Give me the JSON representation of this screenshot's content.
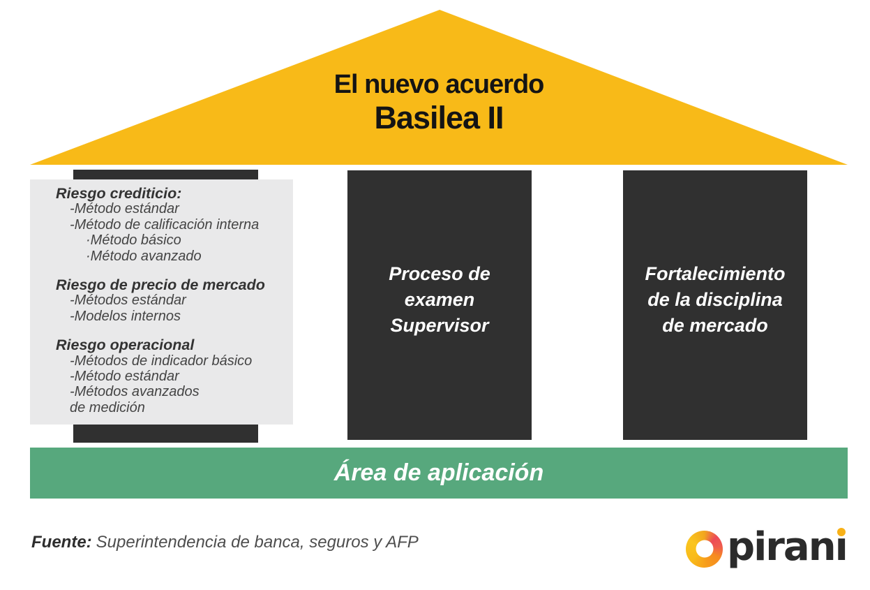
{
  "roof": {
    "title_line1": "El nuevo acuerdo",
    "title_line2": "Basilea II"
  },
  "pillar1": {
    "groups": [
      {
        "header": "Riesgo crediticio:",
        "items": [
          {
            "text": "-Método estándar",
            "indent": 1
          },
          {
            "text": "-Método de calificación interna",
            "indent": 1
          },
          {
            "text": "·Método básico",
            "indent": 2
          },
          {
            "text": "·Método avanzado",
            "indent": 2
          }
        ]
      },
      {
        "header": "Riesgo de precio de mercado",
        "items": [
          {
            "text": "-Métodos estándar",
            "indent": 1
          },
          {
            "text": "-Modelos internos",
            "indent": 1
          }
        ]
      },
      {
        "header": "Riesgo operacional",
        "items": [
          {
            "text": "-Métodos de indicador básico",
            "indent": 1
          },
          {
            "text": "-Método estándar",
            "indent": 1
          },
          {
            "text": "-Métodos avanzados",
            "indent": 1
          },
          {
            "text": "de medición",
            "indent": 1
          }
        ]
      }
    ]
  },
  "pillar2": {
    "lines": [
      "Proceso de",
      "examen",
      "Supervisor"
    ]
  },
  "pillar3": {
    "lines": [
      "Fortalecimiento",
      "de la disciplina",
      "de mercado"
    ]
  },
  "base": {
    "label": "Área de aplicación"
  },
  "footer": {
    "source_label": "Fuente:",
    "source_text": "Superintendencia de banca, seguros y AFP",
    "logo_text": "pirani"
  },
  "colors": {
    "roof_yellow": "#F8BA18",
    "pillar_dark": "#303030",
    "overlay_gray": "#E9E9EA",
    "base_green": "#57A87D",
    "logo_dot": "#F8B117"
  }
}
